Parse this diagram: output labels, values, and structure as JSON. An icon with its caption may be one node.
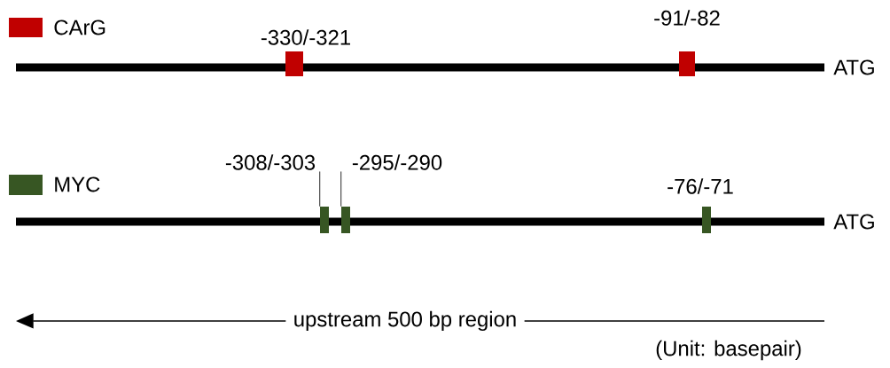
{
  "diagram": {
    "nodes": [
      {
        "text": [],
        "shape": "bar",
        "beside": [
          "ATG"
        ]
      },
      {
        "text": [],
        "shape": "box",
        "beside": [
          "-330/-321"
        ]
      },
      {
        "text": [],
        "shape": "box",
        "beside": [
          "-91/-82"
        ]
      },
      {
        "text": [],
        "shape": "bar",
        "beside": [
          "ATG"
        ]
      },
      {
        "text": [
          "-308/-303"
        ]
      },
      {
        "text": [
          "-295/-290"
        ]
      },
      {
        "text": [],
        "shape": "box"
      },
      {
        "text": [],
        "shape": "box"
      },
      {
        "text": [],
        "shape": "box",
        "beside": [
          "-76/-71"
        ]
      }
    ],
    "edges": [
      {
        "from": 4,
        "to": 6,
        "arrow": "none"
      },
      {
        "from": 5,
        "to": 7,
        "arrow": "none"
      }
    ],
    "labels": [
      "upstream 500 bp region",
      "(Unit: basepair)"
    ],
    "legend": [
      {
        "text": "CArG",
        "color": "#c00000"
      },
      {
        "text": "MYC",
        "color": "#375623"
      }
    ]
  }
}
